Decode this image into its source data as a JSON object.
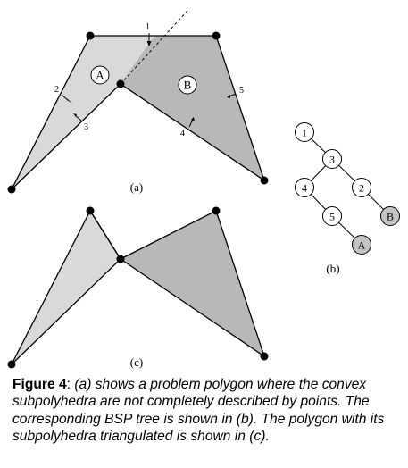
{
  "diagram_a": {
    "label": "(a)",
    "region_labels": [
      "A",
      "B"
    ],
    "splitter_labels": [
      "1",
      "2",
      "3",
      "4",
      "5"
    ]
  },
  "diagram_b": {
    "label": "(b)",
    "nodes": [
      "1",
      "3",
      "4",
      "2",
      "5",
      "B",
      "A"
    ]
  },
  "diagram_c": {
    "label": "(c)"
  },
  "colors": {
    "light_fill": "#d9d9d9",
    "dark_fill": "#b8b8b8",
    "stroke": "#000000",
    "leaf_fill": "#c4c4c4"
  },
  "caption": {
    "figure_label": "Figure 4",
    "colon": ":",
    "text": " (a) shows a problem polygon where the convex subpolyhedra are not completely described by points. The corresponding BSP tree is shown in (b). The polygon with its subpolyhedra triangulated is shown in (c)."
  }
}
